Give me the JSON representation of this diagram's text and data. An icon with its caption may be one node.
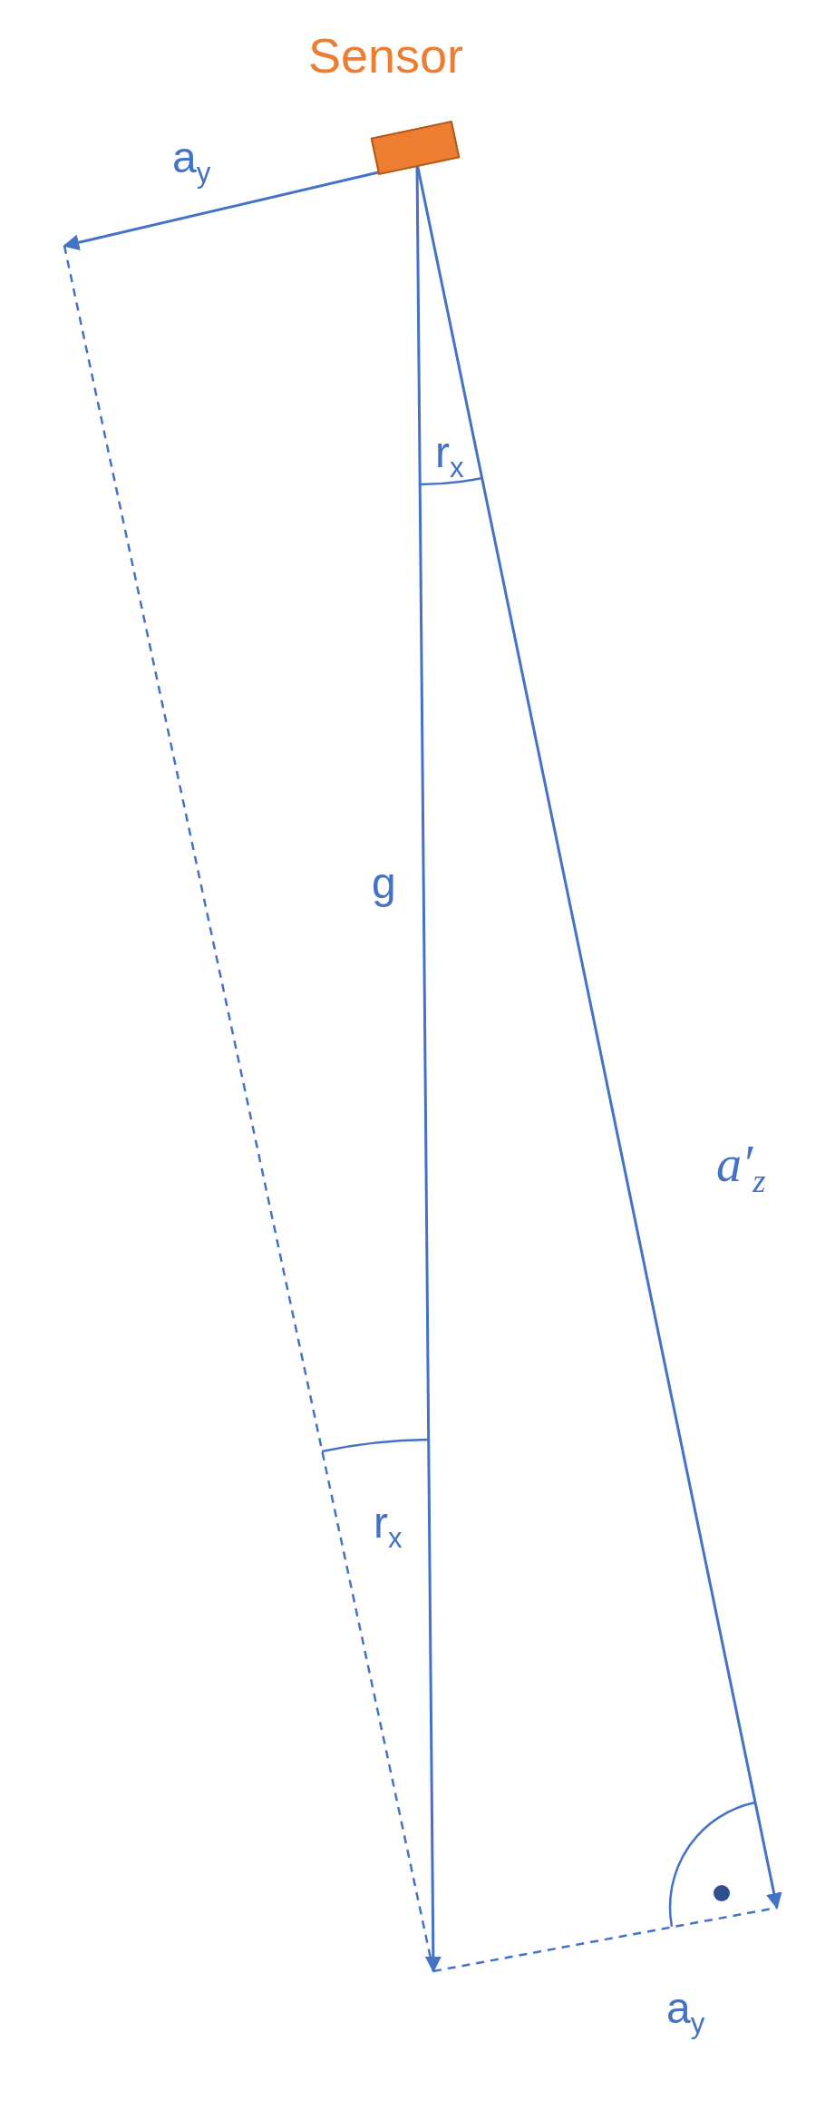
{
  "diagram": {
    "nodes": [
      {
        "text": [
          "Sensor"
        ]
      }
    ],
    "labels": [
      "a$_{y}$",
      "r$_{x}$",
      "g",
      "a′$_{z}$",
      "r$_{x}$",
      "a$_{y}$"
    ]
  }
}
